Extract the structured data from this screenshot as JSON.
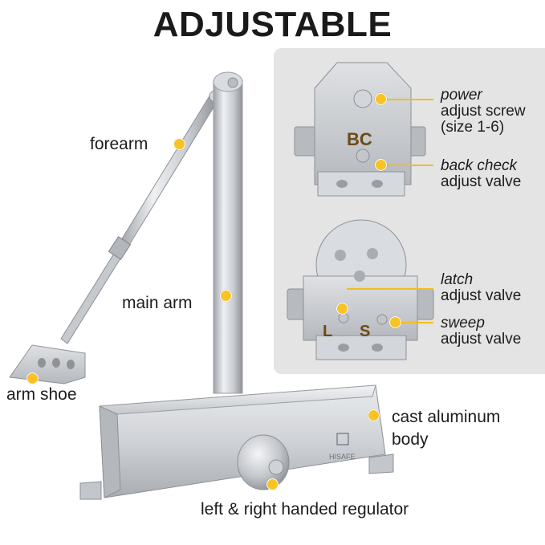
{
  "title": "ADJUSTABLE",
  "labels": {
    "forearm": "forearm",
    "main_arm": "main arm",
    "arm_shoe": "arm shoe",
    "body_line1": "cast aluminum",
    "body_line2": "body",
    "regulator": "left & right handed regulator",
    "power_line1": "power",
    "power_line2": "adjust screw",
    "power_line3": "(size 1-6)",
    "backcheck_line1": "back check",
    "backcheck_line2": "adjust valve",
    "latch_line1": "latch",
    "latch_line2": "adjust valve",
    "sweep_line1": "sweep",
    "sweep_line2": "adjust valve"
  },
  "valve_marks": {
    "bc": "BC",
    "l": "L",
    "s": "S"
  },
  "brand": "HISAFE",
  "colors": {
    "accent": "#f7c325",
    "panel": "#e4e4e4",
    "metal": "#c9ccd0",
    "mark": "#6b4a15"
  }
}
